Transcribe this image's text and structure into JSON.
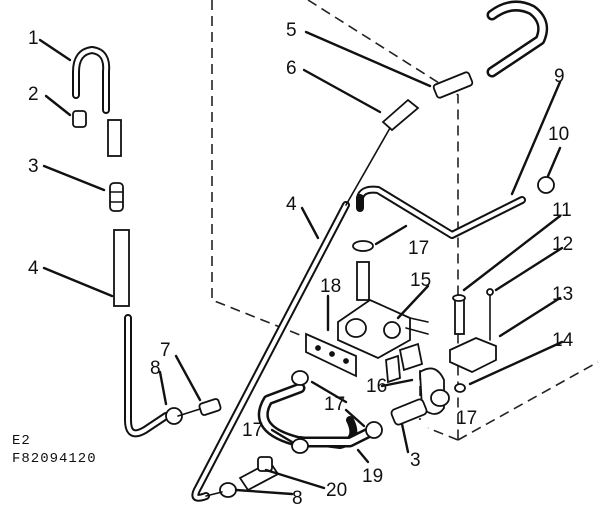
{
  "figure": {
    "code_line_1": "E2",
    "code_line_2": "F82094120"
  },
  "callouts": {
    "c1": "1",
    "c2": "2",
    "c3_left": "3",
    "c4_left": "4",
    "c5": "5",
    "c6": "6",
    "c4_center": "4",
    "c7": "7",
    "c8_left": "8",
    "c9": "9",
    "c10": "10",
    "c11": "11",
    "c12": "12",
    "c13": "13",
    "c14": "14",
    "c15": "15",
    "c16": "16",
    "c17_a": "17",
    "c17_b": "17",
    "c17_c": "17",
    "c17_d": "17",
    "c18": "18",
    "c19": "19",
    "c20": "20",
    "c8_bottom": "8",
    "c3_bottom": "3"
  }
}
